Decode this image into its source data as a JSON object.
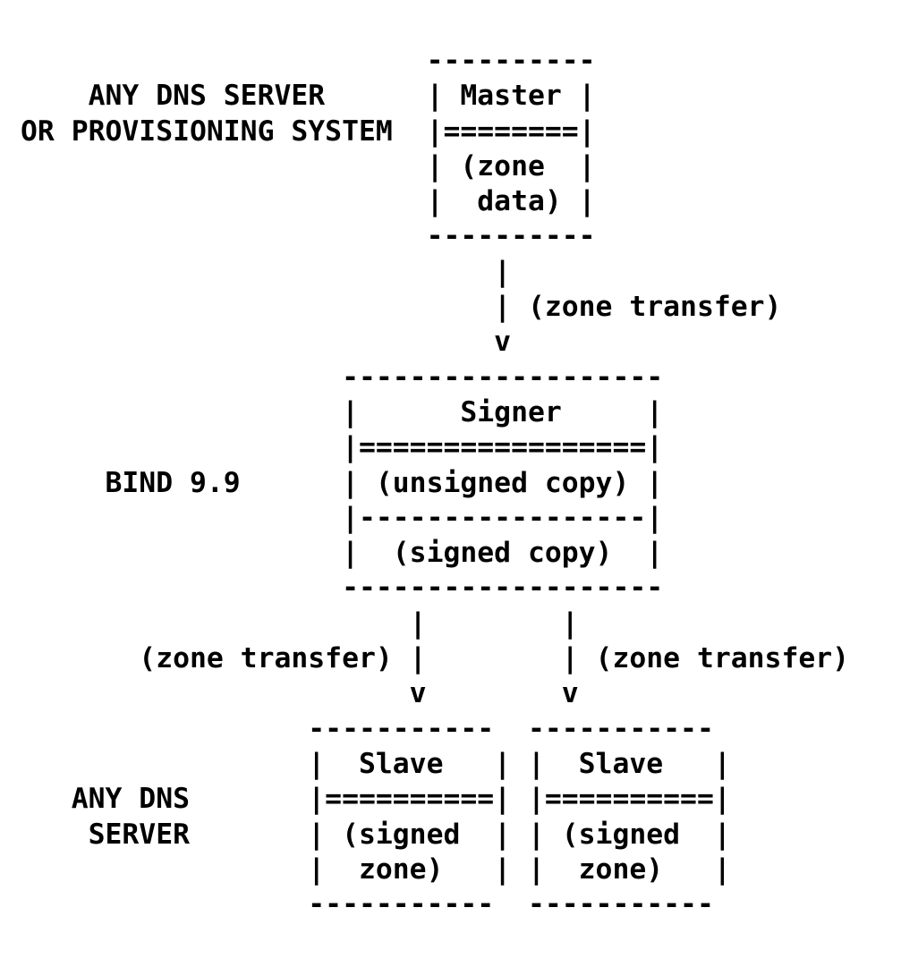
{
  "page": {
    "background_color": "#ffffff",
    "text_color": "#000000"
  },
  "diagram": {
    "type": "ascii-art",
    "lines": [
      "                        ----------",
      "    ANY DNS SERVER      | Master |",
      "OR PROVISIONING SYSTEM  |========|",
      "                        | (zone  |",
      "                        |  data) |",
      "                        ----------",
      "                            |",
      "                            | (zone transfer)",
      "                            v",
      "                   -------------------",
      "                   |      Signer     |",
      "                   |=================|",
      "     BIND 9.9      | (unsigned copy) |",
      "                   |-----------------|",
      "                   |  (signed copy)  |",
      "                   -------------------",
      "                       |        |",
      "       (zone transfer) |        | (zone transfer)",
      "                       v        v",
      "                 -----------  -----------",
      "                 |  Slave   | |  Slave   |",
      "   ANY DNS       |==========| |==========|",
      "    SERVER       | (signed  | | (signed  |",
      "                 |  zone)   | |  zone)   |",
      "                 -----------  -----------"
    ],
    "semantics": {
      "nodes": [
        {
          "name": "Master",
          "sublabel": "(zone data)"
        },
        {
          "name": "Signer",
          "sublabels": [
            "(unsigned copy)",
            "(signed copy)"
          ]
        },
        {
          "name": "Slave",
          "sublabel": "(signed zone)"
        },
        {
          "name": "Slave",
          "sublabel": "(signed zone)"
        }
      ],
      "side_labels": [
        "ANY DNS SERVER OR PROVISIONING SYSTEM",
        "BIND 9.9",
        "ANY DNS SERVER"
      ],
      "edge_labels": [
        "(zone transfer)",
        "(zone transfer)",
        "(zone transfer)"
      ]
    }
  }
}
